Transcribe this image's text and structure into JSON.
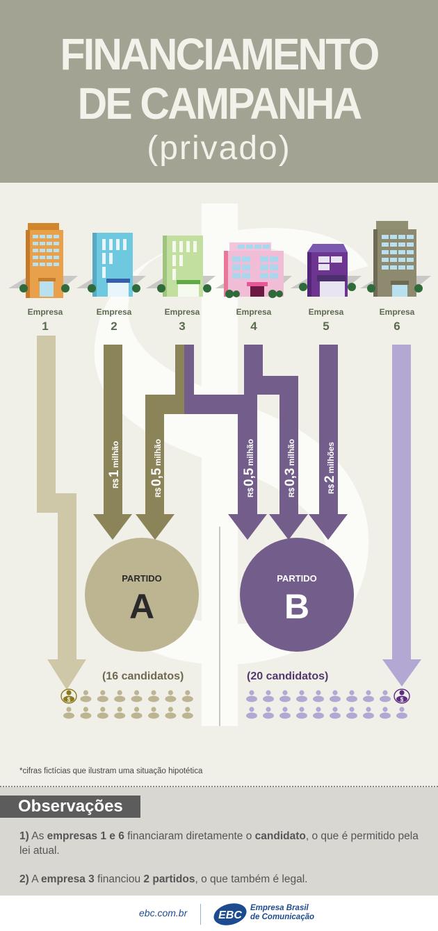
{
  "header": {
    "title_line1": "FINANCIAMENTO",
    "title_line2": "DE CAMPANHA",
    "subtitle": "(privado)"
  },
  "companies": [
    {
      "label": "Empresa",
      "number": "1",
      "color": "#e79c3d"
    },
    {
      "label": "Empresa",
      "number": "2",
      "color": "#6ec8e0"
    },
    {
      "label": "Empresa",
      "number": "3",
      "color": "#b8d99a"
    },
    {
      "label": "Empresa",
      "number": "4",
      "color": "#f1b8d4"
    },
    {
      "label": "Empresa",
      "number": "5",
      "color": "#6b3590"
    },
    {
      "label": "Empresa",
      "number": "6",
      "color": "#8d8a6f"
    }
  ],
  "flows": [
    {
      "from": "Empresa 2",
      "to": "Partido A",
      "currency": "R$",
      "amount": "1",
      "unit": "milhão"
    },
    {
      "from": "Empresa 3",
      "to": "Partido A",
      "currency": "R$",
      "amount": "0,5",
      "unit": "milhão"
    },
    {
      "from": "Empresa 3",
      "to": "Partido B",
      "currency": "R$",
      "amount": "0,5",
      "unit": "milhão"
    },
    {
      "from": "Empresa 4",
      "to": "Partido B",
      "currency": "R$",
      "amount": "0,3",
      "unit": "milhão"
    },
    {
      "from": "Empresa 5",
      "to": "Partido B",
      "currency": "R$",
      "amount": "2",
      "unit": "milhões"
    },
    {
      "from": "Empresa 1",
      "to": "Candidato (Partido A)",
      "currency": "",
      "amount": "",
      "unit": ""
    },
    {
      "from": "Empresa 6",
      "to": "Candidato (Partido B)",
      "currency": "",
      "amount": "",
      "unit": ""
    }
  ],
  "parties": [
    {
      "label": "PARTIDO",
      "letter": "A",
      "candidates_text": "(16 candidatos)",
      "candidates": 16,
      "color": "#bdb592"
    },
    {
      "label": "PARTIDO",
      "letter": "B",
      "candidates_text": "(20 candidatos)",
      "candidates": 20,
      "color": "#735e8b"
    }
  ],
  "colors": {
    "olive": "#8c8459",
    "purple": "#735e8b",
    "light_olive": "#cfc8a8",
    "light_purple": "#b3a7d3",
    "header_bg": "#a3a393"
  },
  "footnote": "*cifras fictícias que ilustram uma situação hipotética",
  "observations": {
    "title": "Observações",
    "items": [
      {
        "n": "1)",
        "t1": " As ",
        "b1": "empresas 1 e 6",
        "t2": " financiaram diretamente o ",
        "b2": "candidato",
        "t3": ", o que é permitido pela lei atual."
      },
      {
        "n": "2)",
        "t1": " A ",
        "b1": "empresa 3",
        "t2": " financiou ",
        "b2": "2 partidos",
        "t3": ", o que também é legal."
      }
    ]
  },
  "footer": {
    "site": "ebc.com.br",
    "logo_text": "EBC",
    "org_line1": "Empresa Brasil",
    "org_line2": "de Comunicação"
  }
}
